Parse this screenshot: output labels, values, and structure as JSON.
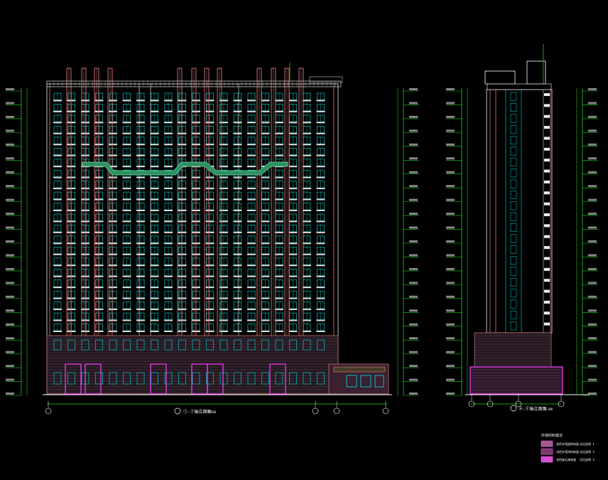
{
  "drawing": {
    "front_elevation": {
      "title": "①-⑦轴立面图",
      "scale": "1:100",
      "floors": 22,
      "base_floors": 3,
      "grid_axes": [
        "①",
        "⑦",
        "⑧",
        "⑨"
      ]
    },
    "side_elevation": {
      "title": "Ⓐ-Ⓔ轴立面图",
      "scale": "1:100",
      "floors": 22,
      "grid_axes": [
        "Ⓐ",
        "Ⓒ",
        "Ⓓ",
        "Ⓔ"
      ]
    },
    "level_marks": {
      "floor_height": "2.900",
      "count": 22
    },
    "legend": {
      "title": "外墙材料做法",
      "items": [
        {
          "label": "深色外墙面砖饰面",
          "ref": "详见说明 1",
          "color": "#a05a8a"
        },
        {
          "label": "浅色外墙涂料饰面",
          "ref": "详见说明 2",
          "color": "#7a3a6a"
        },
        {
          "label": "浅色真石漆饰面",
          "ref": "详见说明 3",
          "color": "#d050d0"
        }
      ]
    },
    "colors": {
      "window": "#00e5e5",
      "pilaster": "#e07878",
      "level_line": "#20d020",
      "band": "#3aa870",
      "base": "#ff40ff",
      "axis": "#ffffff"
    }
  }
}
